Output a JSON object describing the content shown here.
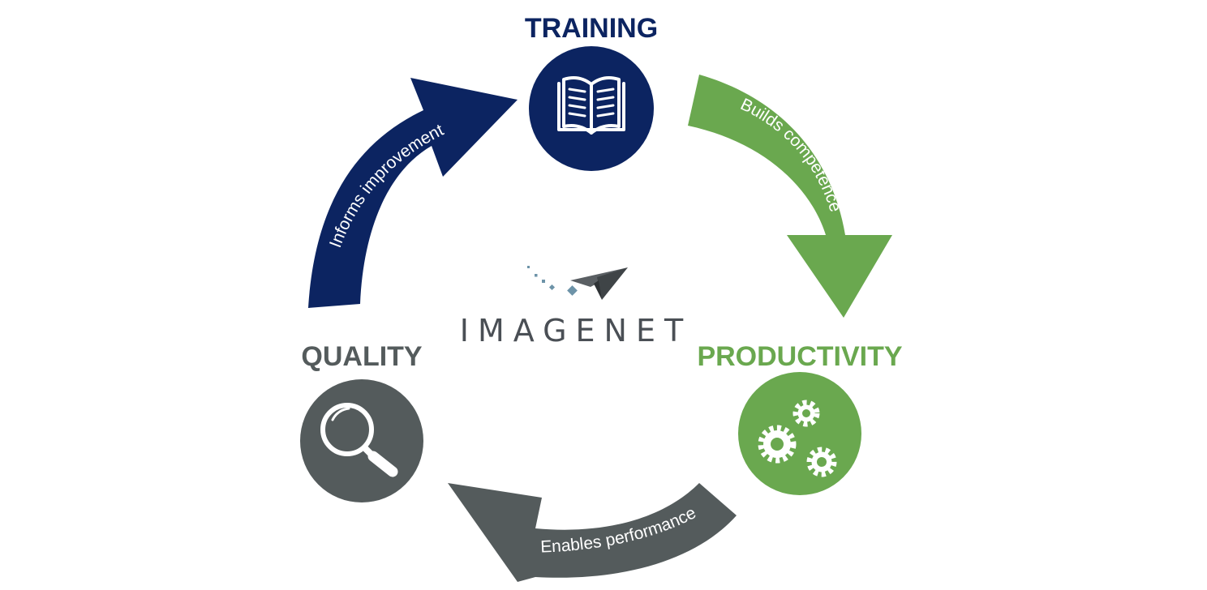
{
  "colors": {
    "training": "#0c2461",
    "productivity": "#6aa84f",
    "quality": "#545b5c",
    "logo_text": "#4a4f55",
    "logo_dots": "#6d93a8"
  },
  "stages": {
    "training": {
      "title": "TRAINING",
      "icon": "open-book-icon"
    },
    "productivity": {
      "title": "PRODUCTIVITY",
      "icon": "gears-icon"
    },
    "quality": {
      "title": "QUALITY",
      "icon": "magnifying-glass-icon"
    }
  },
  "arrows": {
    "training_to_productivity": {
      "label": "Builds competence"
    },
    "productivity_to_quality": {
      "label": "Enables performance"
    },
    "quality_to_training": {
      "label": "Informs improvement"
    }
  },
  "logo": {
    "text": "IMAGENET",
    "icon": "paper-plane-icon"
  }
}
